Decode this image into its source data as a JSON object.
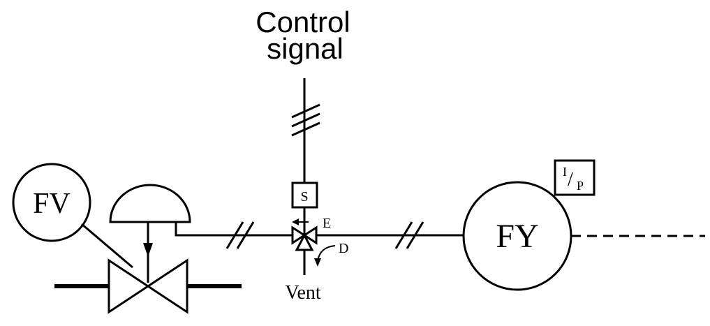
{
  "labels": {
    "control_signal_line1": "Control",
    "control_signal_line2": "signal",
    "fv_tag": "FV",
    "fy_tag": "FY",
    "solenoid": "S",
    "port_e": "E",
    "port_d": "D",
    "vent": "Vent",
    "ip_numerator": "I",
    "ip_slash": "/",
    "ip_denominator": "P"
  }
}
